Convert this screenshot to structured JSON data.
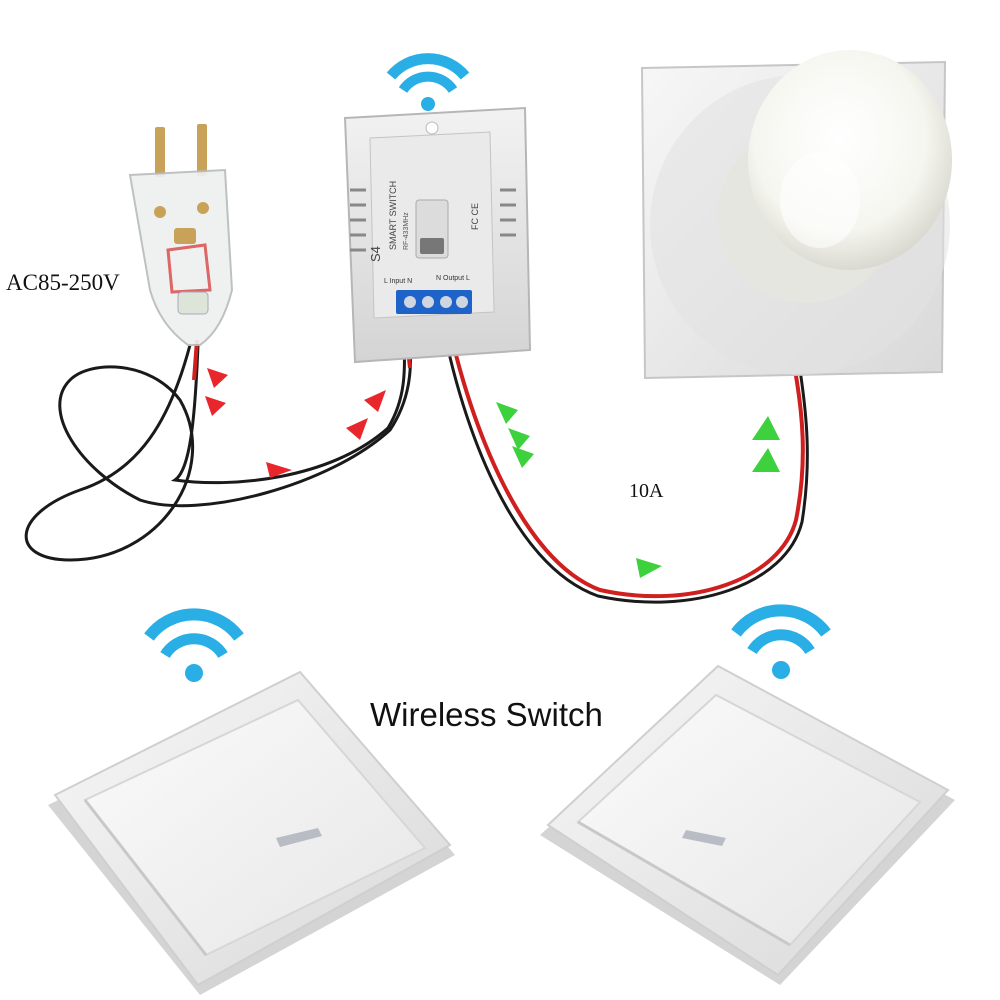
{
  "labels": {
    "voltage": "AC85-250V",
    "current": "10A",
    "title": "Wireless Switch"
  },
  "receiver": {
    "brand_mark": "S4",
    "product_text": "SMART SWITCH",
    "model_text": "RF-433MHz",
    "input_terminal": "L Input N",
    "output_terminal": "N Output L",
    "cert_mark": "FC CE"
  },
  "colors": {
    "wifi_signal": "#29aee6",
    "input_arrow": "#e8262b",
    "output_arrow": "#3ed13e",
    "live_wire": "#d01f1f",
    "neutral_wire": "#1a1a1a",
    "terminal_block": "#1d63c9"
  },
  "icons": [
    "wifi-signal-icon",
    "plug-icon",
    "lamp-icon",
    "wall-switch-icon"
  ]
}
